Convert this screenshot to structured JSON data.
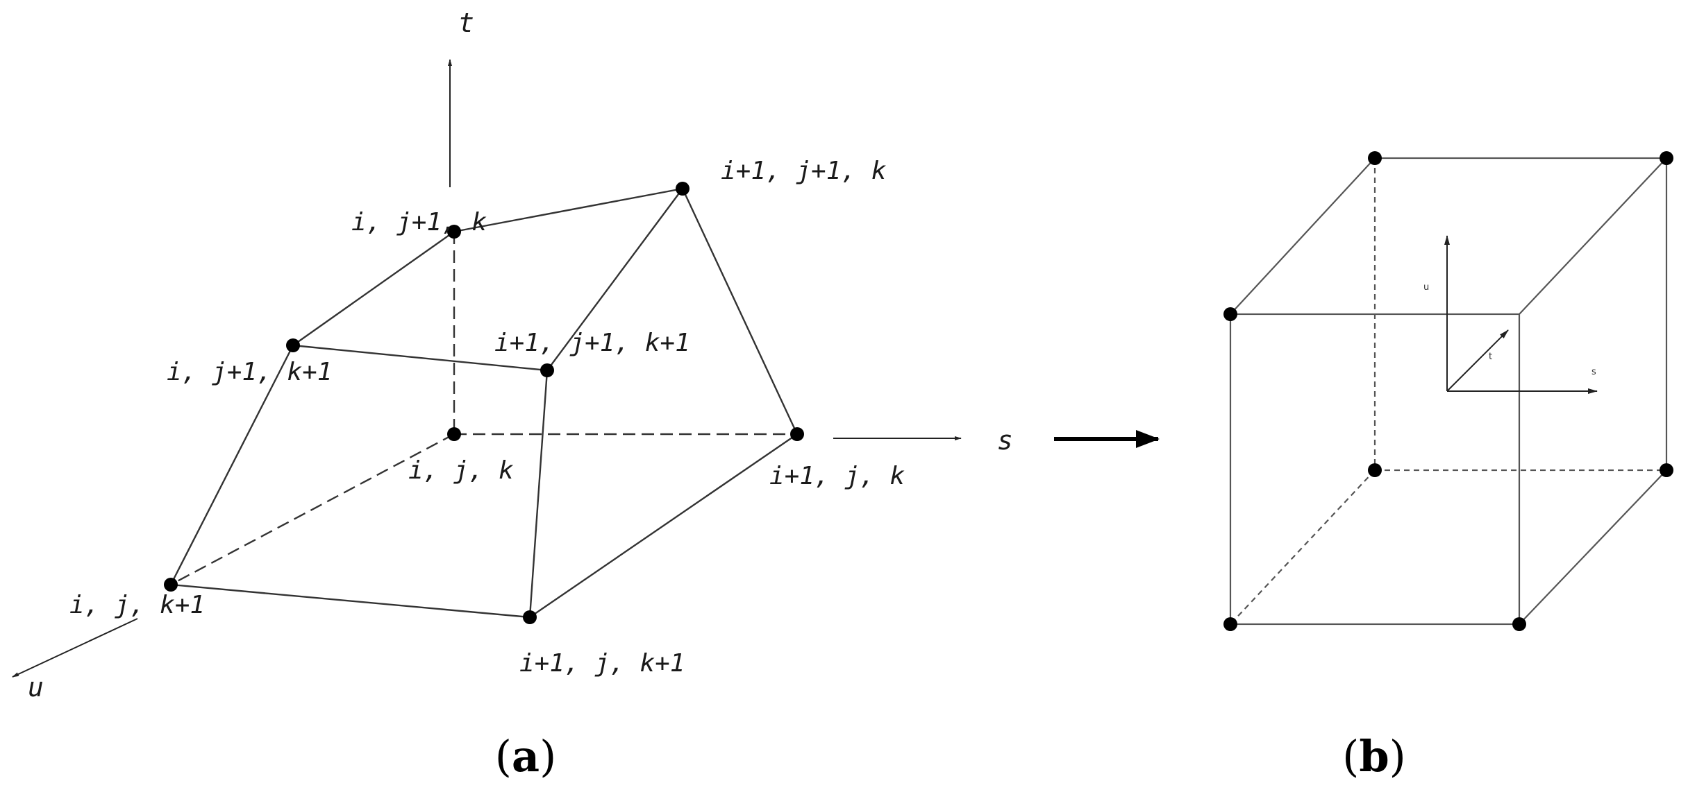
{
  "panel_a": {
    "caption_open": "(",
    "caption_letter": "a",
    "caption_close": ")",
    "axes": {
      "t": "t",
      "s": "s",
      "u": "u"
    },
    "nodes": {
      "i_j1_k": "i, j+1, k",
      "i1_j1_k": "i+1, j+1, k",
      "i_j1_k1": "i, j+1, k+1",
      "i1_j1_k1": "i+1, j+1, k+1",
      "i_j_k": "i, j, k",
      "i1_j_k": "i+1, j, k",
      "i_j_k1": "i, j, k+1",
      "i1_j_k1": "i+1, j, k+1"
    }
  },
  "panel_b": {
    "caption_open": "(",
    "caption_letter": "b",
    "caption_close": ")",
    "axes": {
      "u": "u",
      "t": "t",
      "s": "s"
    }
  },
  "colors": {
    "ink": "#000000",
    "edge": "#333333"
  }
}
